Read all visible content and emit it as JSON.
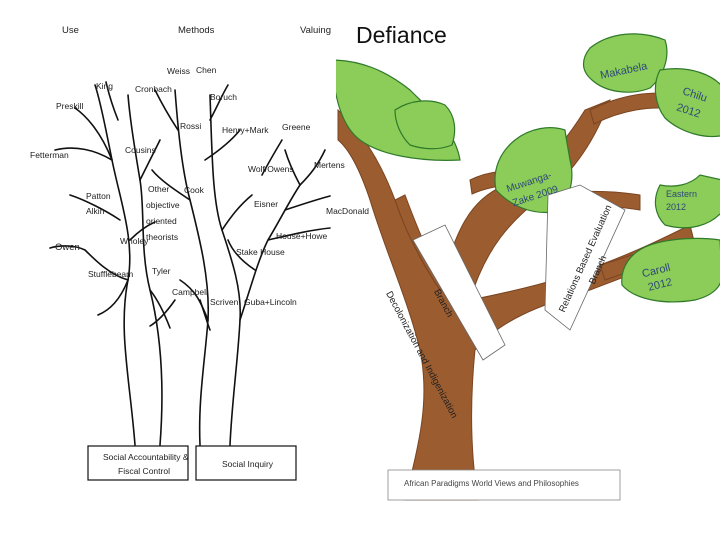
{
  "slide": {
    "title": "Defiance"
  },
  "left_tree": {
    "headers": {
      "use": "Use",
      "methods": "Methods",
      "valuing": "Valuing"
    },
    "names": {
      "king": "King",
      "preskill": "Preskill",
      "fetterman": "Fetterman",
      "cousins": "Cousins",
      "patton": "Patton",
      "alkin": "Alkin",
      "owen": "Owen",
      "wholey": "Wholey",
      "stufflebeam": "Stufflebeam",
      "tyler": "Tyler",
      "campbell": "Campbell",
      "cronbach": "Cronbach",
      "weiss": "Weiss",
      "chen": "Chen",
      "boruch": "Boruch",
      "rossi": "Rossi",
      "henry_mark": "Henry+Mark",
      "greene": "Greene",
      "other": "Other",
      "objective": "objective",
      "oriented": "oriented",
      "theorists": "theorists",
      "cook": "Cook",
      "wolf_owens": "Wolf/Owens",
      "mertens": "Mertens",
      "eisner": "Eisner",
      "macdonald": "MacDonald",
      "house_howe": "House+Howe",
      "stake_house": "Stake House",
      "scriven": "Scriven",
      "guba_lincoln": "Guba+Lincoln"
    },
    "roots": {
      "social_accountability": "Social Accountability &",
      "fiscal_control": "Fiscal Control",
      "social_inquiry": "Social Inquiry"
    }
  },
  "right_tree": {
    "leaves": {
      "makabela": "Makabela",
      "chilisa_name": "Chilu",
      "chilisa_year": "2012",
      "muwanga_name": "Muwanga-",
      "muwanga_year": "Zake 2009",
      "easton": "Eastern",
      "easton_year": "2012",
      "carroll": "Caroll",
      "carroll_year": "2012"
    },
    "branches": {
      "decolonization_line1": "Decolonization and Indigenization",
      "decolonization_line2": "Branch",
      "relations_line1": "Relations Based Evaluation",
      "relations_line2": "Branch"
    },
    "base": "African Paradigms World Views and Philosophies"
  },
  "colors": {
    "trunk": "#9b5c2f",
    "leaf": "#8ccc58",
    "leaf_edge": "#2f7a2a",
    "line": "#111111"
  }
}
